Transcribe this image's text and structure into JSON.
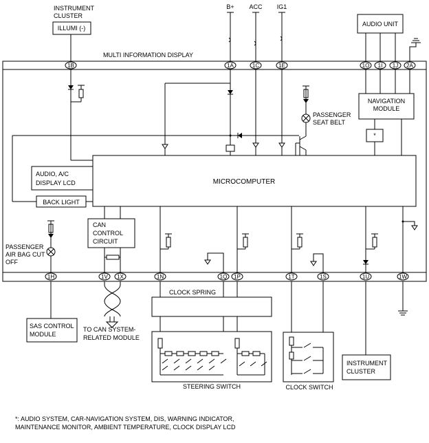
{
  "labels": {
    "instrument_cluster_top": [
      "INSTRUMENT",
      "CLUSTER"
    ],
    "illumi": "ILLUMI (-)",
    "b_plus": "B+",
    "acc": "ACC",
    "ig1": "IG1",
    "audio_unit": "AUDIO UNIT",
    "mid": "MULTI INFORMATION DISPLAY",
    "navigation_module": [
      "NAVIGATION",
      "MODULE"
    ],
    "passenger_seat_belt": [
      "PASSENGER",
      "SEAT BELT"
    ],
    "asterisk": "*",
    "audio_ac_display": [
      "AUDIO, A/C",
      "DISPLAY  LCD"
    ],
    "back_light": "BACK LIGHT",
    "microcomputer": "MICROCOMPUTER",
    "can_control_circuit": [
      "CAN",
      "CONTROL",
      "CIRCUIT"
    ],
    "passenger_air_bag": [
      "PASSENGER",
      "AIR BAG CUT",
      "OFF"
    ],
    "clock_spring": "CLOCK SPRING",
    "sas_control_module": [
      "SAS CONTROL",
      "MODULE"
    ],
    "to_can": [
      "TO CAN SYSTEM-",
      "RELATED MODULE"
    ],
    "steering_switch": "STEERING SWITCH",
    "clock_switch": "CLOCK SWITCH",
    "instrument_cluster_bottom": [
      "INSTRUMENT",
      "CLUSTER"
    ],
    "footnote": [
      "*: AUDIO SYSTEM, CAR-NAVIGATION SYSTEM, DIS, WARNING INDICATOR,",
      "MAINTENANCE MONITOR, AMBIENT TEMPERATURE, CLOCK DISPLAY LCD"
    ]
  },
  "pins": {
    "top": [
      "1B",
      "1A",
      "1C",
      "1E",
      "1O",
      "1I",
      "1J",
      "2A"
    ],
    "bottom": [
      "1H",
      "1V",
      "1X",
      "1N",
      "1Q",
      "1P",
      "1T",
      "1S",
      "1U",
      "1W"
    ]
  }
}
